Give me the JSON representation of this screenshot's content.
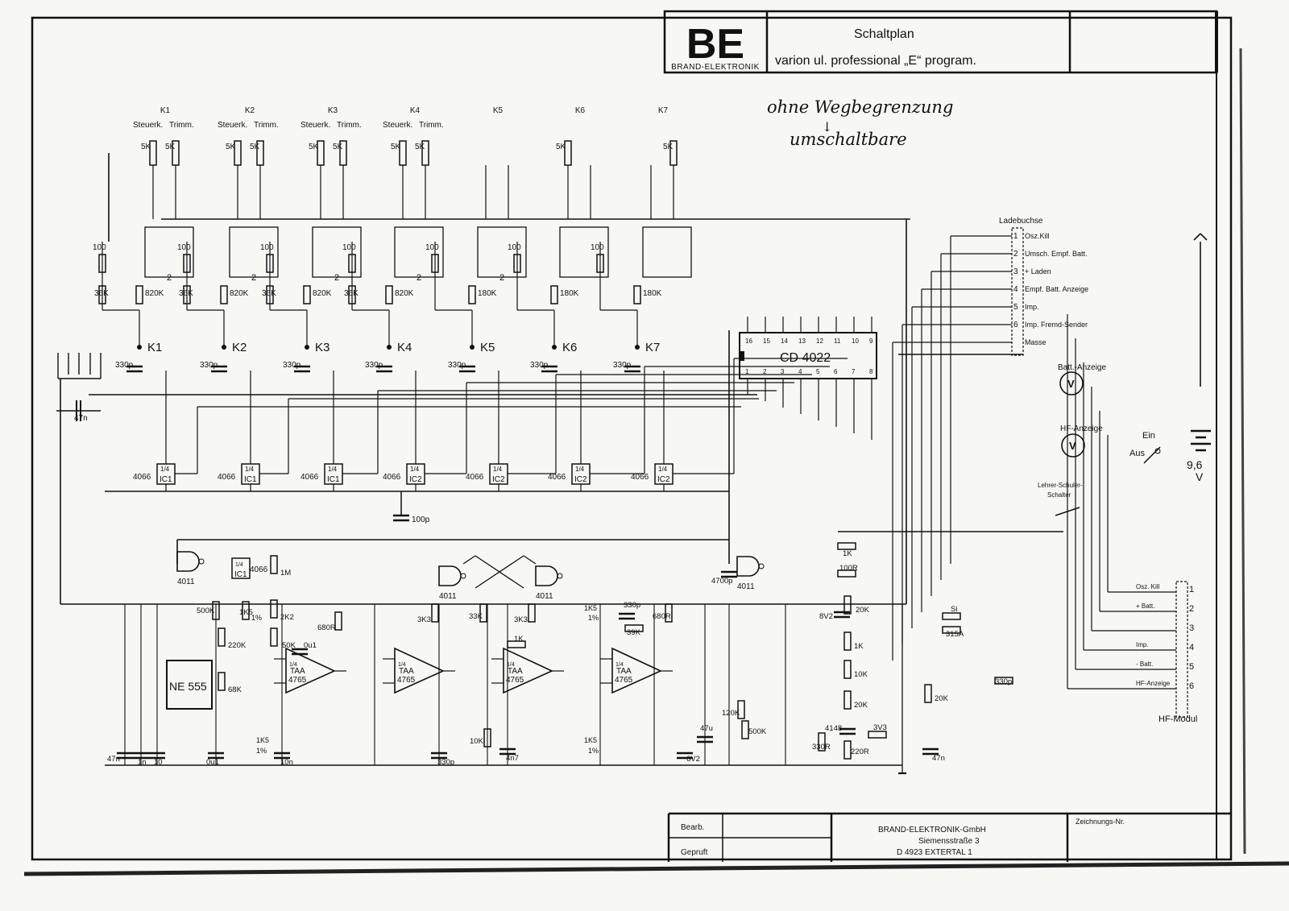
{
  "logo": {
    "mark": "BE",
    "caption": "BRAND-ELEKTRONIK"
  },
  "title": {
    "line1": "Schaltplan",
    "line2": "varion   ul. professional „E“ program."
  },
  "note": {
    "line1": "ohne Wegbegrenzung",
    "arrow": "↓",
    "line2": "umschaltbare"
  },
  "channels": [
    {
      "k": "K1",
      "steuer": "Steuerk.",
      "trimm": "Trimm.",
      "pot1": "5K",
      "pot2": "5K",
      "pot_small": "100",
      "res_left": "36K",
      "res_right": "820K",
      "sw_num": "2",
      "cap": "330p",
      "gate": "4066",
      "ic": "IC1",
      "frac": "1/4"
    },
    {
      "k": "K2",
      "steuer": "Steuerk.",
      "trimm": "Trimm.",
      "pot1": "5K",
      "pot2": "5K",
      "pot_small": "100",
      "res_left": "36K",
      "res_right": "820K",
      "sw_num": "2",
      "cap": "330p",
      "gate": "4066",
      "ic": "IC1",
      "frac": "1/4"
    },
    {
      "k": "K3",
      "steuer": "Steuerk.",
      "trimm": "Trimm.",
      "pot1": "5K",
      "pot2": "5K",
      "pot_small": "100",
      "res_left": "36K",
      "res_right": "820K",
      "sw_num": "2",
      "cap": "330p",
      "gate": "4066",
      "ic": "IC1",
      "frac": "1/4"
    },
    {
      "k": "K4",
      "steuer": "Steuerk.",
      "trimm": "Trimm.",
      "pot1": "5K",
      "pot2": "5K",
      "pot_small": "100",
      "res_left": "36K",
      "res_right": "820K",
      "sw_num": "2",
      "cap": "330p",
      "gate": "4066",
      "ic": "IC2",
      "frac": "1/4"
    },
    {
      "k": "K5",
      "steuer": "",
      "trimm": "",
      "pot1": "",
      "pot2": "",
      "pot_small": "100",
      "res_left": "",
      "res_right": "180K",
      "sw_num": "2",
      "cap": "330p",
      "gate": "4066",
      "ic": "IC2",
      "frac": "1/4"
    },
    {
      "k": "K6",
      "steuer": "",
      "trimm": "",
      "pot1": "5K",
      "pot2": "",
      "pot_small": "100",
      "res_left": "",
      "res_right": "180K",
      "sw_num": "",
      "cap": "330p",
      "gate": "4066",
      "ic": "IC2",
      "frac": "1/4"
    },
    {
      "k": "K7",
      "steuer": "",
      "trimm": "",
      "pot1": "",
      "pot2": "5K",
      "pot_small": "100",
      "res_left": "",
      "res_right": "180K",
      "sw_num": "",
      "cap": "330p",
      "gate": "4066",
      "ic": "IC2",
      "frac": "1/4"
    }
  ],
  "cd4022": {
    "label": "CD 4022",
    "top_pins": [
      "16",
      "15",
      "14",
      "13",
      "12",
      "11",
      "10",
      "9"
    ],
    "bottom_pins": [
      "1",
      "2",
      "3",
      "4",
      "5",
      "6",
      "7",
      "8"
    ]
  },
  "cap_100p": "100p",
  "cap_47n_left": "47n",
  "ladebuchse": {
    "title": "Ladebuchse",
    "pins": [
      {
        "n": "1",
        "label": "Osz.Kill"
      },
      {
        "n": "2",
        "label": "Umsch. Empf. Batt."
      },
      {
        "n": "3",
        "label": "+ Laden"
      },
      {
        "n": "4",
        "label": "Empf. Batt. Anzeige"
      },
      {
        "n": "5",
        "label": "Imp."
      },
      {
        "n": "6",
        "label": "Imp. Fremd-Sender"
      },
      {
        "n": "",
        "label": "Masse"
      }
    ]
  },
  "meters": {
    "batt": "Batt.-Anzeige",
    "hf": "HF-Anzeige",
    "symbol": "V"
  },
  "switches": {
    "ein": "Ein",
    "aus": "Aus",
    "lehrer1": "Lehrer-Schuler-",
    "lehrer2": "Schalter"
  },
  "battery": {
    "volts": "9,6",
    "unit": "V"
  },
  "hf_modul": {
    "title": "HF-Modul",
    "pins": [
      {
        "n": "1",
        "label": "Osz. Kill"
      },
      {
        "n": "2",
        "label": "+ Batt."
      },
      {
        "n": "3",
        "label": ""
      },
      {
        "n": "4",
        "label": "Imp."
      },
      {
        "n": "5",
        "label": "- Batt."
      },
      {
        "n": "6",
        "label": "HF-Anzeige"
      }
    ]
  },
  "parts": {
    "ne555": "NE 555",
    "taa": "TAA",
    "taa_num": "4765",
    "quarter": "1/4",
    "g4011": "4011",
    "g4066": "4066",
    "ic1": "IC1",
    "r1m": "1M",
    "r2k2": "2K2",
    "p50k": "50K",
    "c0u1": "0u1",
    "r680r": "680R",
    "p500k": "500K",
    "r220k": "220K",
    "r68k": "68K",
    "r1k5": "1K5",
    "pct1": "1%",
    "r3k3a": "3K3",
    "r33k": "33K",
    "r3k3b": "3K3",
    "r1k": "1K",
    "c330p": "330p",
    "r39k": "39K",
    "r680b": "680R",
    "r10k": "10K",
    "c4n7": "4n7",
    "c47n": "47n",
    "c1n": "1n",
    "c10n": "10n",
    "c0u1b": "0u1",
    "c330pb": "330p",
    "c4700p": "4700p",
    "r100r": "100R",
    "r1k_top": "1K",
    "z8v2": "8V2",
    "p20k": "20K",
    "r1k_b": "1K",
    "r10k_b": "10K",
    "p20k_b": "20K",
    "d4148": "4148",
    "d3v3": "3V3",
    "r330r": "330R",
    "r220r": "220R",
    "r120k": "120K",
    "p500k_b": "500K",
    "c47u": "47u",
    "z6v2": "6V2",
    "si": "Si",
    "si_val": "315A",
    "c330p_c": "330p",
    "p20k_c": "20K",
    "c47n_c": "47n",
    "c10": "10"
  },
  "footer": {
    "bearb": "Bearb.",
    "geprueft": "Gepruft",
    "company": "BRAND-ELEKTRONIK-GmbH",
    "street": "Siemensstraße 3",
    "city": "D 4923 EXTERTAL 1",
    "zeichnung": "Zeichnungs-Nr."
  }
}
